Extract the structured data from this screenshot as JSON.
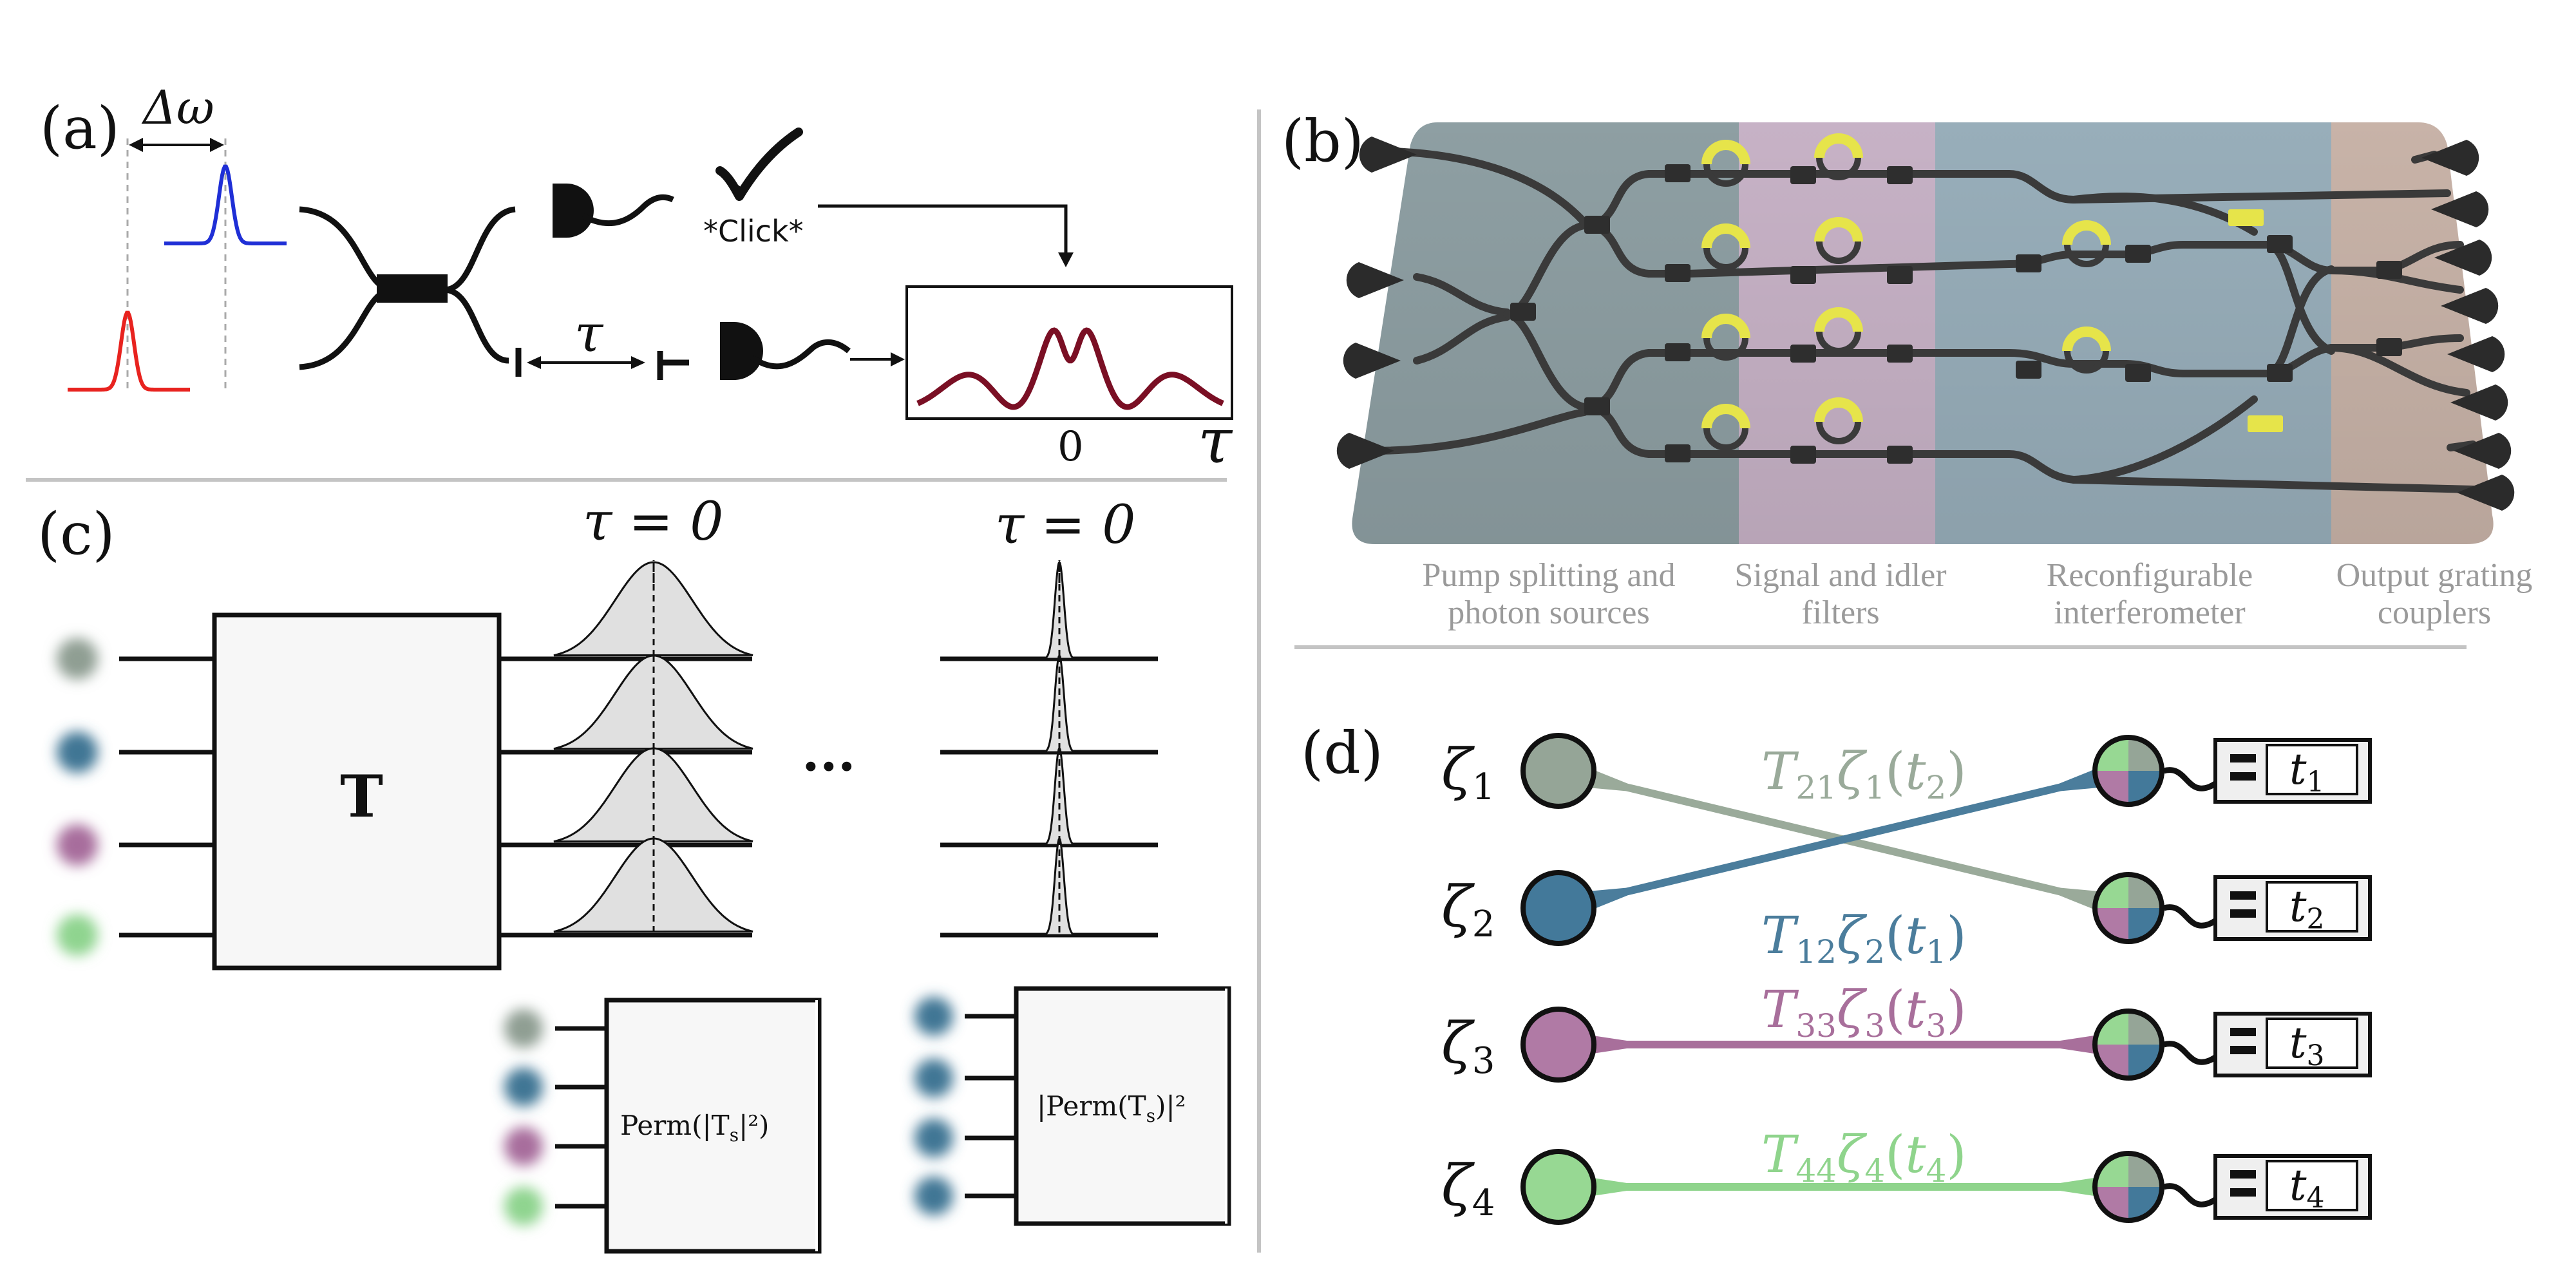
{
  "panels": {
    "a": {
      "label": "(a)",
      "delta_omega": "Δω",
      "click": "*Click*",
      "tau": "τ",
      "axis_zero": "0",
      "axis_tau": "τ",
      "colors": {
        "red_pulse": "#e8231f",
        "blue_pulse": "#1f2fd6",
        "interference": "#7a0f24"
      }
    },
    "b": {
      "label": "(b)",
      "regions": [
        {
          "line1": "Pump splitting and",
          "line2": "photon sources"
        },
        {
          "line1": "Signal and idler",
          "line2": "filters"
        },
        {
          "line1": "Reconfigurable",
          "line2": "interferometer"
        },
        {
          "line1": "Output grating",
          "line2": "couplers"
        }
      ],
      "colors": {
        "region1": "#8e9fa3",
        "region2": "#c7b2c6",
        "region3": "#98aeba",
        "region4": "#c8b3a8",
        "heater": "#e6e44a"
      }
    },
    "c": {
      "label": "(c)",
      "tau_eq_0_left": "τ = 0",
      "tau_eq_0_right": "τ = 0",
      "matrix": "T",
      "ellipsis": "···",
      "perm_left": "Perm(|T",
      "perm_left_sub": "s",
      "perm_left_end": "|²)",
      "perm_right": "|Perm(T",
      "perm_right_sub": "s",
      "perm_right_end": ")|²",
      "colors": {
        "dot1": "#8f9e93",
        "dot2": "#3f7694",
        "dot3": "#a76d9c",
        "dot4": "#8fd48f"
      }
    },
    "d": {
      "label": "(d)",
      "sources": [
        {
          "symbol": "ζ",
          "sub": "1",
          "color": "#95a597"
        },
        {
          "symbol": "ζ",
          "sub": "2",
          "color": "#43799a"
        },
        {
          "symbol": "ζ",
          "sub": "3",
          "color": "#b07aa5"
        },
        {
          "symbol": "ζ",
          "sub": "4",
          "color": "#97d893"
        }
      ],
      "paths": [
        {
          "T": "T",
          "sub": "21",
          "z": "ζ",
          "zsub": "1",
          "t": "t",
          "tsub": "2",
          "color": "#9aaa9a"
        },
        {
          "T": "T",
          "sub": "12",
          "z": "ζ",
          "zsub": "2",
          "t": "t",
          "tsub": "1",
          "color": "#4b7d9c"
        },
        {
          "T": "T",
          "sub": "33",
          "z": "ζ",
          "zsub": "3",
          "t": "t",
          "tsub": "3",
          "color": "#a86f9b"
        },
        {
          "T": "T",
          "sub": "44",
          "z": "ζ",
          "zsub": "4",
          "t": "t",
          "tsub": "4",
          "color": "#8fd48c"
        }
      ],
      "detectors": [
        {
          "t": "t",
          "sub": "1"
        },
        {
          "t": "t",
          "sub": "2"
        },
        {
          "t": "t",
          "sub": "3"
        },
        {
          "t": "t",
          "sub": "4"
        }
      ]
    }
  }
}
